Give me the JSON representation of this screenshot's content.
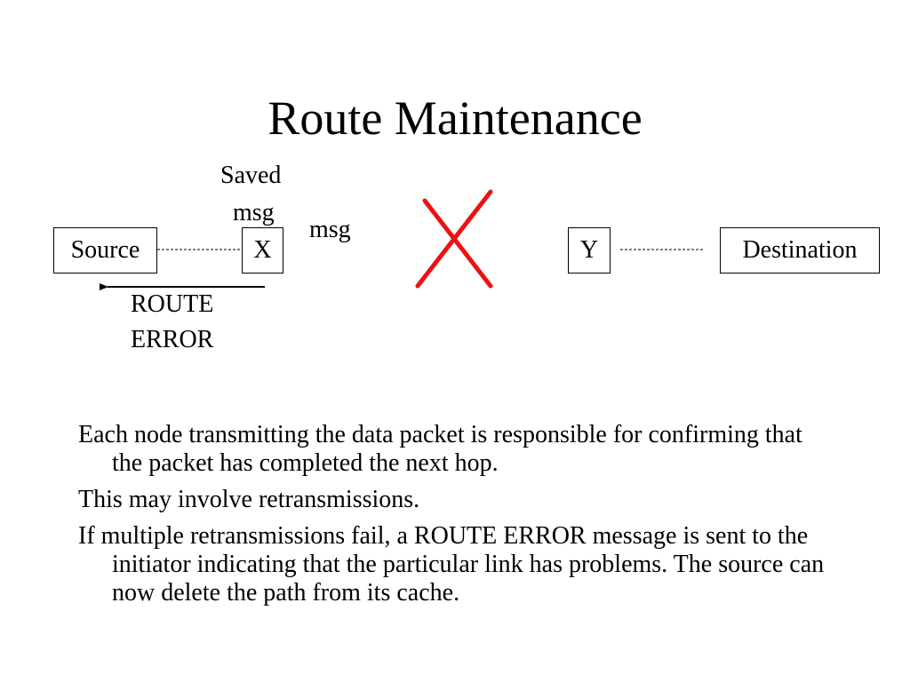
{
  "slide": {
    "title": "Route Maintenance"
  },
  "diagram": {
    "nodes": {
      "source": "Source",
      "x": "X",
      "y": "Y",
      "destination": "Destination"
    },
    "saved_msg_line1": "Saved",
    "saved_msg_line2": "msg",
    "msg_label": "msg",
    "route_error_line1": "ROUTE",
    "route_error_line2": "ERROR",
    "broken_link_color": "#ee1111"
  },
  "bullets": [
    "Each node transmitting the data packet is responsible for confirming that the packet has completed the next hop.",
    "This may involve retransmissions.",
    "If multiple retransmissions fail, a ROUTE ERROR message is sent to the initiator indicating that the particular link has problems.  The source can now delete the path from its cache."
  ]
}
